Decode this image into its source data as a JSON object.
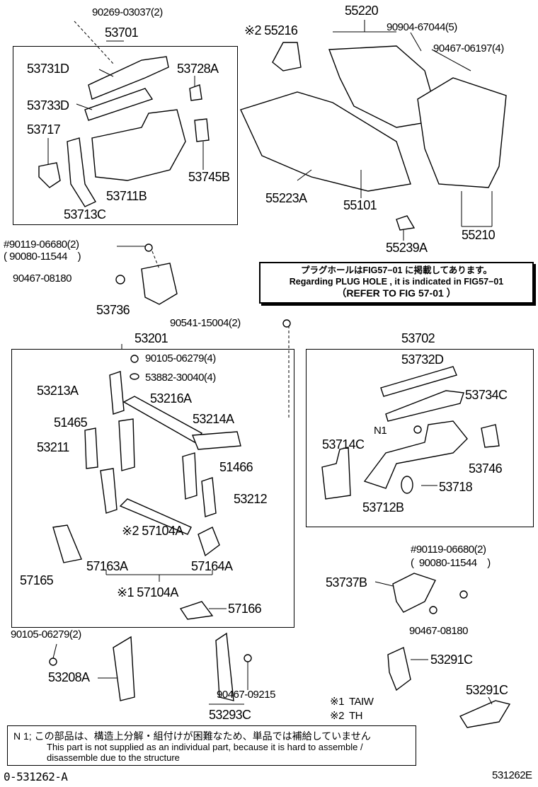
{
  "labels": {
    "p90269": "90269-03037(2)",
    "p53701": "53701",
    "p53731D": "53731D",
    "p53728A": "53728A",
    "p53733D": "53733D",
    "p53717": "53717",
    "p53745B": "53745B",
    "p53711B": "53711B",
    "p53713C": "53713C",
    "p55216": "※2 55216",
    "p55220": "55220",
    "p90904": "90904-67044(5)",
    "p90467_06197": "90467-06197(4)",
    "p55223A": "55223A",
    "p55101": "55101",
    "p55210": "55210",
    "p55239A": "55239A",
    "p90119_a": "#90119-06680(2)",
    "p90080_a": "( 90080-11544    )",
    "p90467_08180_a": "90467-08180",
    "p53736": "53736",
    "p90541": "90541-15004(2)",
    "p53201": "53201",
    "p53702": "53702",
    "p53732D": "53732D",
    "p90105_4": "90105-06279(4)",
    "p53882": "53882-30040(4)",
    "p53213A": "53213A",
    "p53216A": "53216A",
    "p53734C": "53734C",
    "p51465": "51465",
    "p53214A": "53214A",
    "pN1": "N1",
    "p53211": "53211",
    "p53714C": "53714C",
    "p51466": "51466",
    "p53746": "53746",
    "p53718": "53718",
    "p53212": "53212",
    "p53712B": "53712B",
    "p57104A_2": "※2 57104A",
    "p57163A": "57163A",
    "p57164A": "57164A",
    "p57165": "57165",
    "p57104A_1": "※1 57104A",
    "p90119_b": "#90119-06680(2)",
    "p90080_b": "(  90080-11544    )",
    "p53737B": "53737B",
    "p90467_08180_b": "90467-08180",
    "p57166": "57166",
    "p90105_2": "90105-06279(2)",
    "p53208A": "53208A",
    "p53291C_a": "53291C",
    "p90467_09215": "90467-09215",
    "p53293C": "53293C",
    "p53291C_b": "53291C"
  },
  "legend": {
    "taiw": "※1  TAIW",
    "th": "※2  TH"
  },
  "plug_note": {
    "jp": "プラグホールはFIG57−01 に掲載してあります。",
    "en": "Regarding PLUG HOLE , it is indicated in FIG57−01",
    "ref": "（REFER TO FIG 57-01    ）"
  },
  "notes": {
    "jp": "N 1; この部品は、構造上分解・組付けが困難なため、単品では補給していません",
    "en1": "This part is not supplied as an individual part, because it is hard to assemble /",
    "en2": "disassemble due to the structure"
  },
  "footer": {
    "left": "0-531262-A",
    "right": "531262E"
  }
}
